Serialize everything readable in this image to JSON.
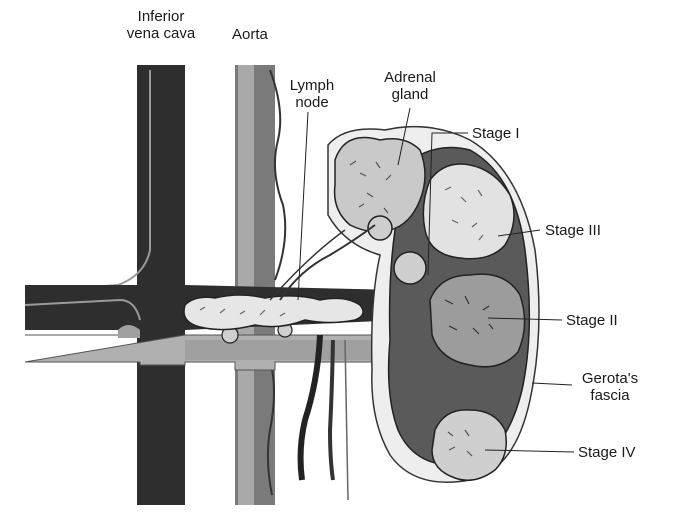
{
  "labels": {
    "ivc": "Inferior\nvena cava",
    "aorta": "Aorta",
    "lymph_node": "Lymph\nnode",
    "adrenal_gland": "Adrenal\ngland",
    "stage_1": "Stage I",
    "stage_3": "Stage III",
    "stage_2": "Stage II",
    "gerotas_fascia": "Gerota's\nfascia",
    "stage_4": "Stage IV"
  },
  "colors": {
    "vein_dark": "#2e2e2e",
    "aorta_mid": "#7a7a7a",
    "tumor_light": "#dcdcdc",
    "tumor_mid": "#9c9c9c",
    "kidney_dark": "#5a5a5a",
    "fascia_fill": "#eeeeee",
    "line": "#222222"
  }
}
